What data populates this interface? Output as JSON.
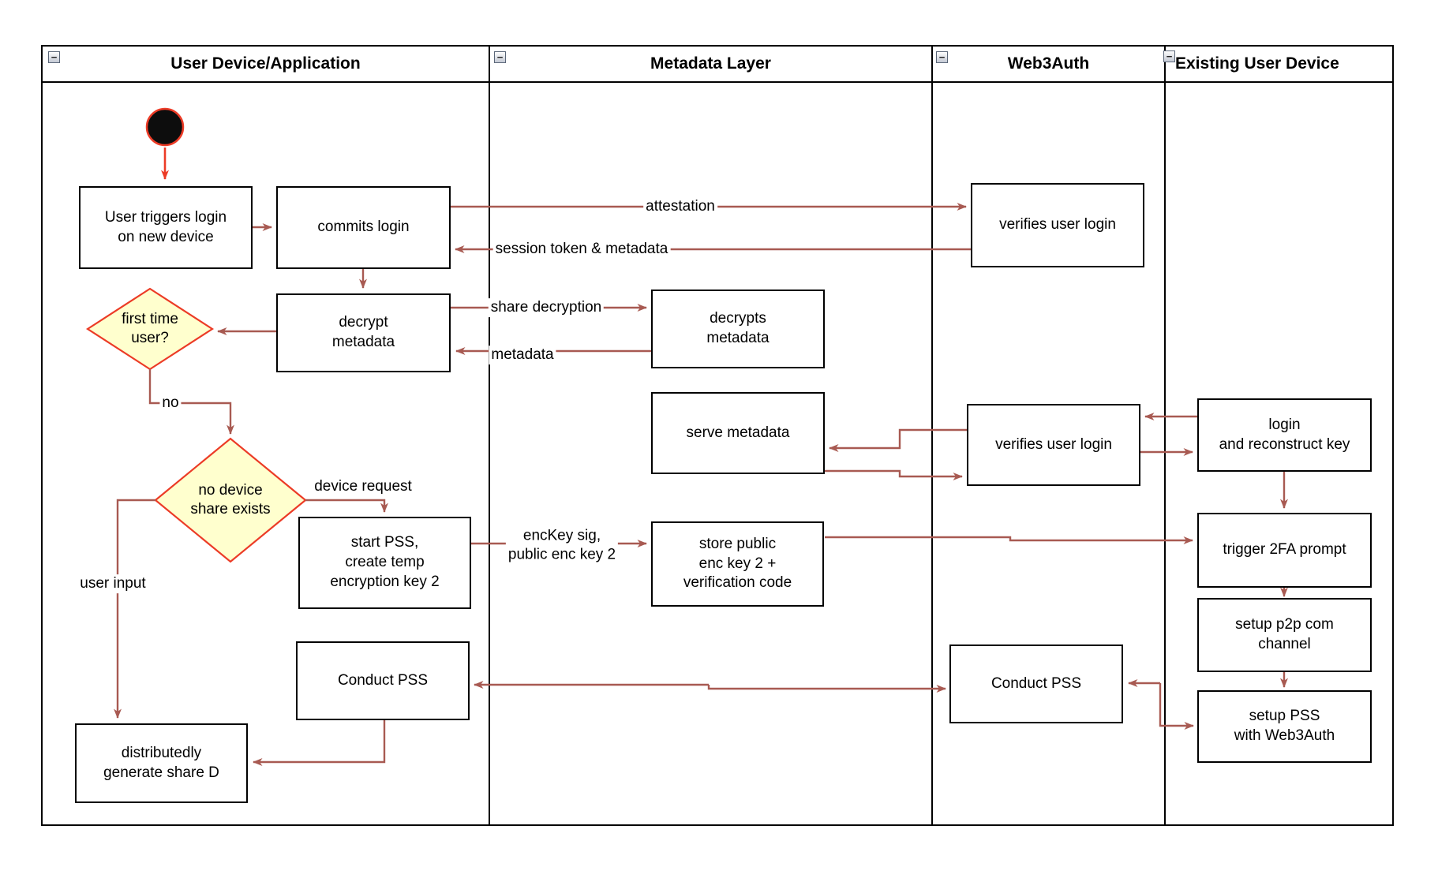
{
  "lanes": [
    {
      "label": "User Device/Application"
    },
    {
      "label": "Metadata Layer"
    },
    {
      "label": "Web3Auth"
    },
    {
      "label": "Existing User Device"
    }
  ],
  "icons": {
    "collapse_glyph": "−"
  },
  "nodes": {
    "user_triggers_login": {
      "label": "User triggers login\non new device"
    },
    "commits_login": {
      "label": "commits login"
    },
    "verifies_user_login_1": {
      "label": "verifies user login"
    },
    "decrypt_metadata": {
      "label": "decrypt\nmetadata"
    },
    "decrypts_metadata": {
      "label": "decrypts\nmetadata"
    },
    "first_time_user": {
      "label": "first time\nuser?"
    },
    "serve_metadata": {
      "label": "serve metadata"
    },
    "verifies_user_login_2": {
      "label": "verifies user login"
    },
    "login_and_reconstruct_key": {
      "label": "login\nand reconstruct key"
    },
    "no_device_share_exists": {
      "label": "no device\nshare exists"
    },
    "start_pss": {
      "label": "start PSS,\ncreate temp\nencryption key 2"
    },
    "store_public_enc_key": {
      "label": "store public\nenc key 2 +\nverification code"
    },
    "trigger_2fa_prompt": {
      "label": "trigger 2FA prompt"
    },
    "setup_p2p_channel": {
      "label": "setup p2p com\nchannel"
    },
    "setup_pss_web3auth": {
      "label": "setup PSS\nwith Web3Auth"
    },
    "conduct_pss_device": {
      "label": "Conduct PSS"
    },
    "conduct_pss_web3auth": {
      "label": "Conduct PSS"
    },
    "distributedly_generate_share_d": {
      "label": "distributedly\ngenerate share D"
    }
  },
  "edge_labels": {
    "attestation": "attestation",
    "session_token": "session token & metadata",
    "share_decryption": "share decryption",
    "metadata": "metadata",
    "no": "no",
    "device_request": "device request",
    "enckey": "encKey sig,\npublic enc key 2",
    "user_input": "user input"
  },
  "colors": {
    "edge": "#A85A52",
    "accent": "#EC3B26",
    "decision_fill": "#FFFFCE",
    "decision_border": "#EC3B26"
  }
}
